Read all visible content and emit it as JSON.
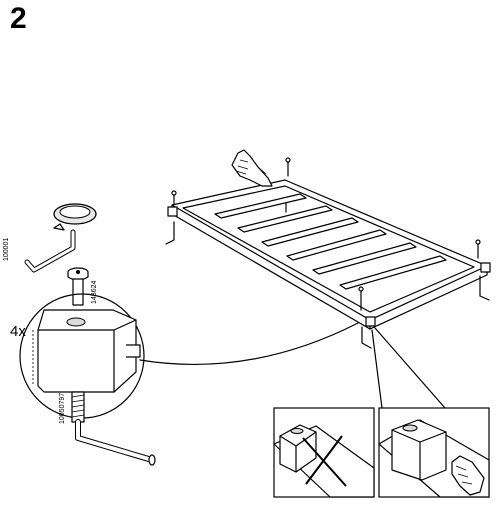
{
  "step": {
    "number": "2"
  },
  "detail": {
    "quantity": "4x",
    "part_codes": {
      "allen_key_top": "100001",
      "bolt": "148624",
      "allen_key_bottom": "10050797"
    }
  },
  "icons": {
    "rotation": "rotate-arrow-icon",
    "hand_top": "pointing-hand-icon",
    "hand_bottom": "pointing-hand-icon",
    "wrong": "cross-x-icon"
  }
}
